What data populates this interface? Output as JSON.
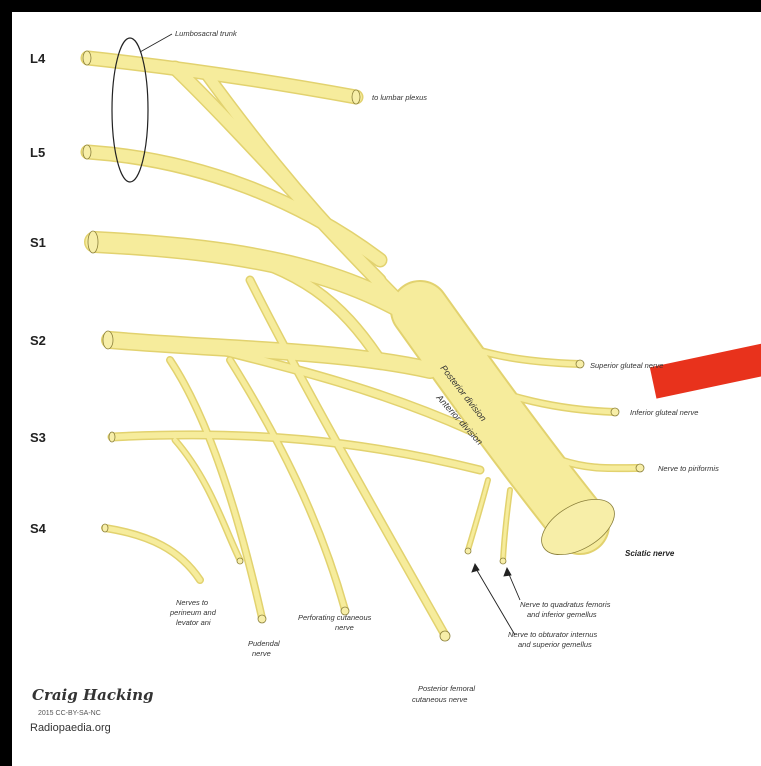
{
  "roots": [
    "L4",
    "L5",
    "S1",
    "S2",
    "S3",
    "S4"
  ],
  "labels": {
    "lumbosacral_trunk": "Lumbosacral trunk",
    "to_lumbar_plexus": "to lumbar plexus",
    "superior_gluteal": "Superior gluteal nerve",
    "inferior_gluteal": "Inferior gluteal nerve",
    "nerve_to_piriformis": "Nerve to piriformis",
    "sciatic": "Sciatic nerve",
    "quadratus_1": "Nerve to quadratus femoris",
    "quadratus_2": "and inferior gemellus",
    "obturator_1": "Nerve to obturator internus",
    "obturator_2": "and superior gemellus",
    "perineum_1": "Nerves to",
    "perineum_2": "perineum and",
    "perineum_3": "levator ani",
    "pudendal_1": "Pudendal",
    "pudendal_2": "nerve",
    "perforating_1": "Perforating cutaneous",
    "perforating_2": "nerve",
    "posterior_femoral_1": "Posterior femoral",
    "posterior_femoral_2": "cutaneous nerve",
    "posterior_division": "Posterior division",
    "anterior_division": "Anterior division"
  },
  "credit": {
    "author": "Craig Hacking",
    "license": "2015 CC-BY-SA-NC",
    "site": "Radiopaedia.org"
  },
  "colors": {
    "nerve_fill": "#f6ec9c",
    "nerve_outline": "#e2d26f",
    "arrow": "#e8321c",
    "background": "#ffffff"
  }
}
